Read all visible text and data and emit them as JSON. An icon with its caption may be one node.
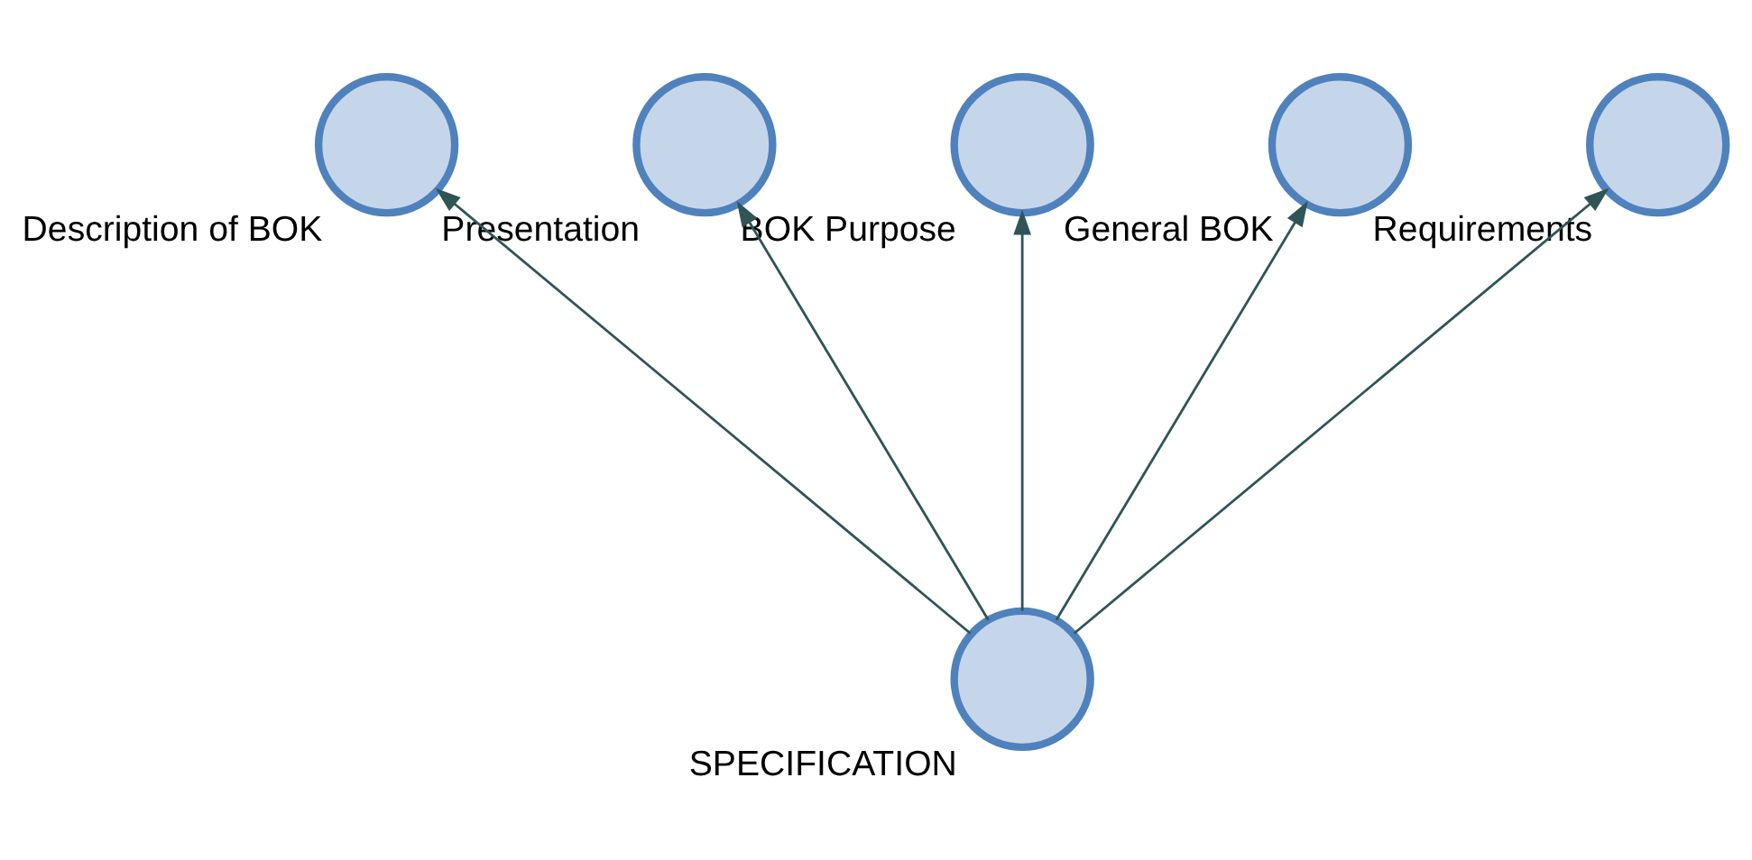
{
  "diagram": {
    "nodes": [
      {
        "text": [
          "Description of BOK"
        ]
      },
      {
        "text": [
          "Presentation"
        ]
      },
      {
        "text": [
          "BOK Purpose"
        ]
      },
      {
        "text": [
          "General BOK"
        ]
      },
      {
        "text": [
          "Requirements"
        ]
      },
      {
        "text": [
          "SPECIFICATION"
        ]
      }
    ],
    "edges": [
      {
        "from": 5,
        "to": 0,
        "arrow": "to"
      },
      {
        "from": 5,
        "to": 1,
        "arrow": "to"
      },
      {
        "from": 5,
        "to": 2,
        "arrow": "to"
      },
      {
        "from": 5,
        "to": 3,
        "arrow": "to"
      },
      {
        "from": 5,
        "to": 4,
        "arrow": "to"
      }
    ]
  }
}
